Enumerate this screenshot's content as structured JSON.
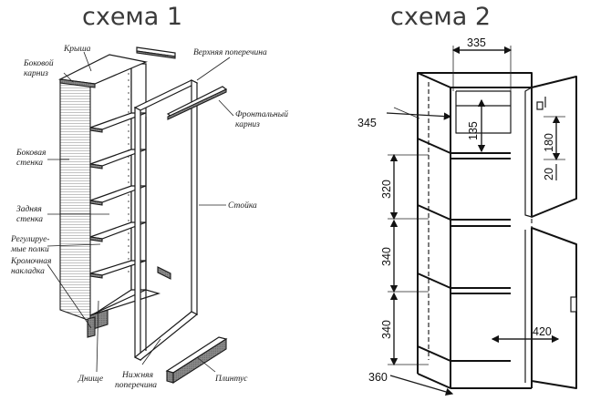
{
  "left": {
    "title": "схема 1",
    "labels": {
      "krysha": "Крыша",
      "bokovoy_karniz_1": "Боковой",
      "bokovoy_karniz_2": "карниз",
      "verkhnyaya_1": "Верхняя поперечина",
      "frontalny_1": "Фронтальный",
      "frontalny_2": "карниз",
      "bokovaya_1": "Боковая",
      "bokovaya_2": "стенка",
      "zadnyaya_1": "Задняя",
      "zadnyaya_2": "стенка",
      "reguliruemye_1": "Регулируе-",
      "reguliruemye_2": "мые полки",
      "kromochnaya_1": "Кромочная",
      "kromochnaya_2": "накладка",
      "stoyka": "Стойка",
      "dnishche": "Днище",
      "nizhnyaya_1": "Нижняя",
      "nizhnyaya_2": "поперечина",
      "plintus": "Плинтус"
    }
  },
  "right": {
    "title": "схема 2",
    "dims": {
      "d335": "335",
      "d345": "345",
      "d135": "135",
      "d180": "180",
      "d20": "20",
      "d320": "320",
      "d340a": "340",
      "d340b": "340",
      "d420": "420",
      "d360": "360"
    }
  }
}
